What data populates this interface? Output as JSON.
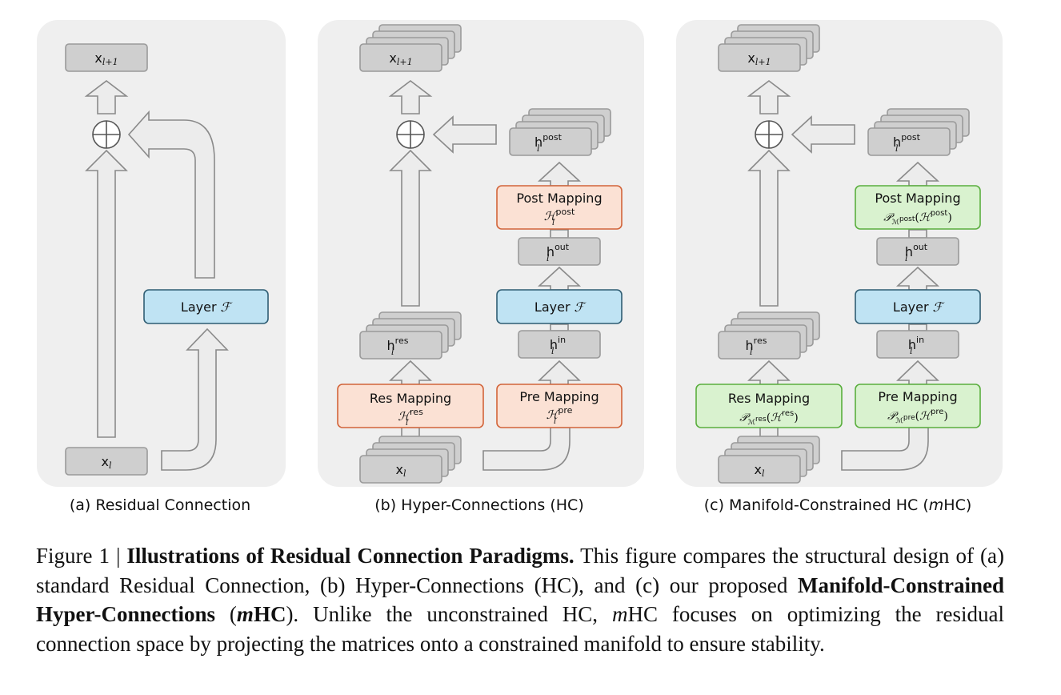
{
  "panels": {
    "a": {
      "caption": "(a) Residual Connection",
      "out_label": "x",
      "out_sub": "l+1",
      "in_label": "x",
      "in_sub": "l",
      "layer_label": "Layer"
    },
    "b": {
      "caption": "(b) Hyper-Connections (HC)",
      "out_label": "x",
      "out_sub": "l+1",
      "in_label": "x",
      "in_sub": "l",
      "layer_label": "Layer",
      "h_post": "post",
      "h_out": "out",
      "h_in": "in",
      "h_res": "res",
      "post_mapping": "Post Mapping",
      "pre_mapping": "Pre Mapping",
      "res_mapping": "Res Mapping"
    },
    "c": {
      "caption": "(c) Manifold-Constrained HC (",
      "caption_em": "m",
      "caption_end": "HC)",
      "out_label": "x",
      "out_sub": "l+1",
      "in_label": "x",
      "in_sub": "l",
      "layer_label": "Layer",
      "h_post": "post",
      "h_out": "out",
      "h_in": "in",
      "h_res": "res",
      "post_mapping": "Post Mapping",
      "pre_mapping": "Pre Mapping",
      "res_mapping": "Res Mapping"
    }
  },
  "caption": {
    "prefix": "Figure 1 | ",
    "bold_title": "Illustrations of Residual Connection Paradigms.",
    "text1": " This figure compares the structural design of (a) standard Residual Connection, (b) Hyper-Connections (HC), and (c) our proposed ",
    "bold_name": "Manifold-Constrained Hyper-Connections",
    "text2": " (",
    "bold_abbr_em": "m",
    "bold_abbr": "HC",
    "text3": "). Unlike the unconstrained HC, ",
    "em_m": "m",
    "text4": "HC focuses on optimizing the residual connection space by projecting the matrices onto a constrained manifold to ensure stability."
  },
  "colors": {
    "panel_bg": "#efefef",
    "node_fill": "#cfcfcf",
    "node_stroke": "#9a9a9a",
    "arrow_fill": "#ececec",
    "arrow_stroke": "#8a8a8a",
    "layer_fill": "#bfe3f3",
    "layer_stroke": "#2f5d73",
    "hc_fill": "#fbe1d4",
    "hc_stroke": "#d2643a",
    "mhc_fill": "#d9f2cf",
    "mhc_stroke": "#5aae3e"
  }
}
